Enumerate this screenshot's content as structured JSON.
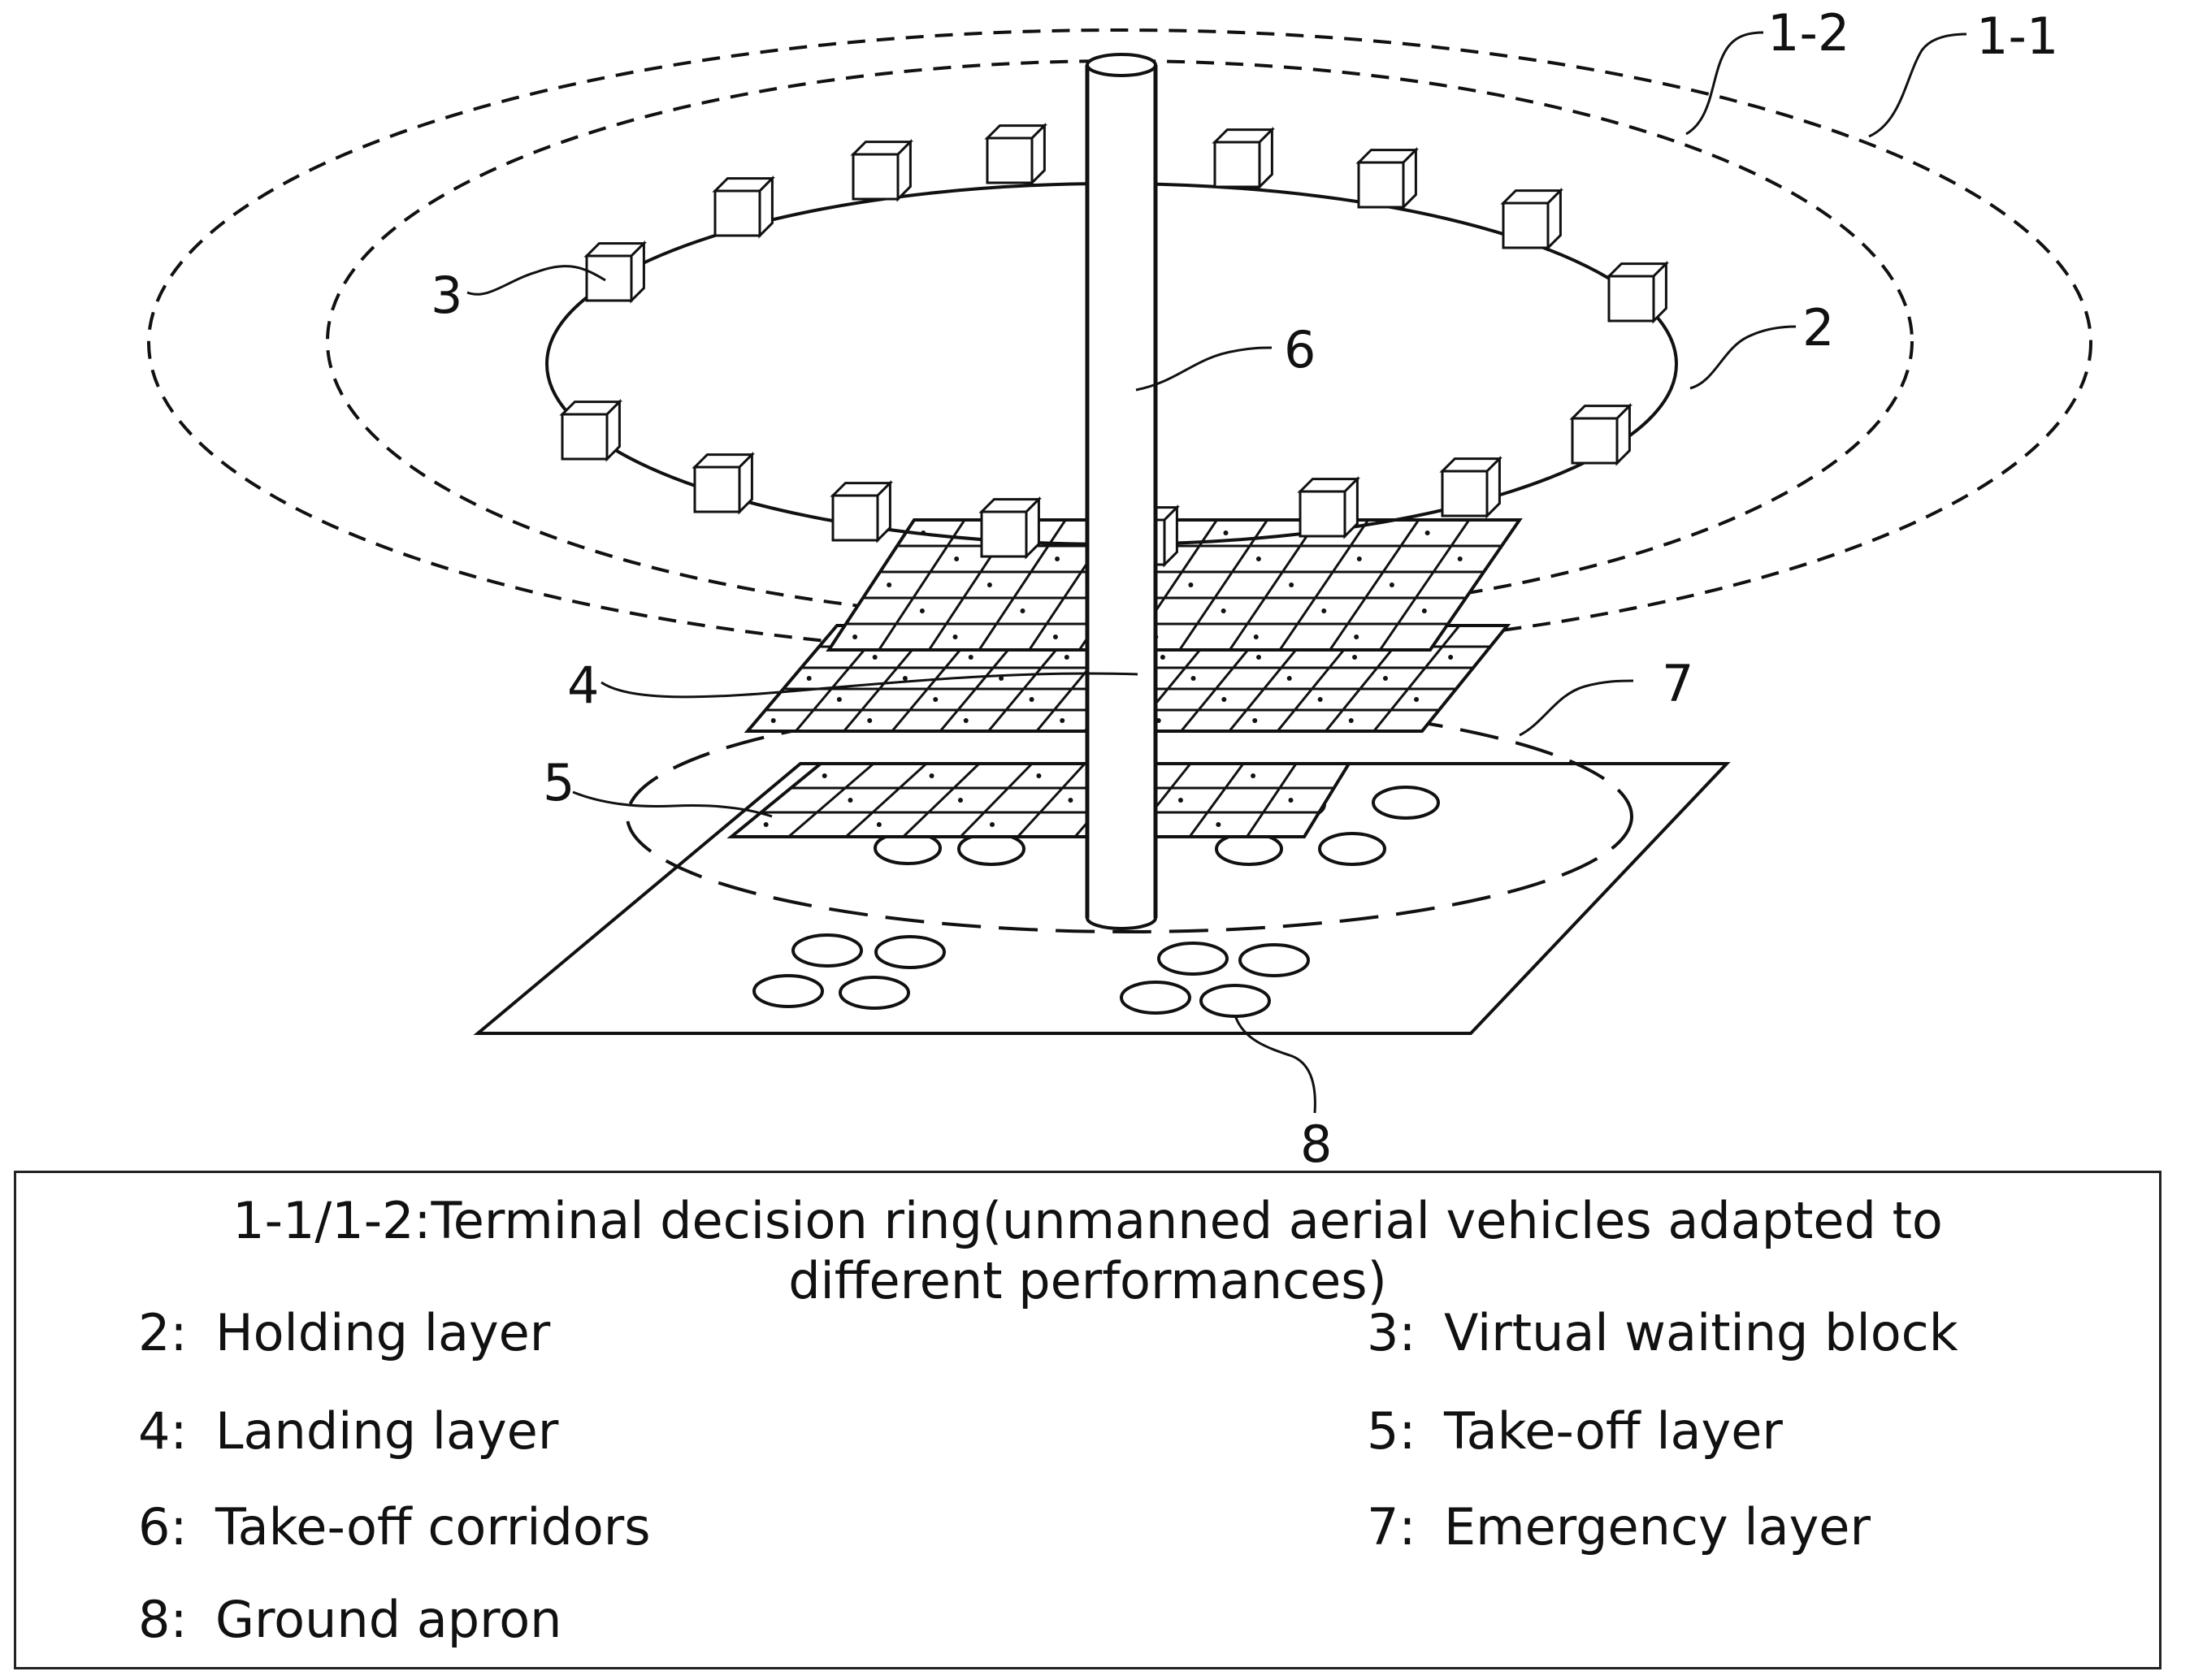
{
  "labels": {
    "ring_outer": "1-1",
    "ring_inner": "1-2",
    "holding": "2",
    "waiting_block": "3",
    "landing": "4",
    "takeoff": "5",
    "corridor": "6",
    "emergency": "7",
    "apron": "8"
  },
  "legend": {
    "title": "1-1/1-2:Terminal decision ring(unmanned aerial vehicles adapted to different performances)",
    "items": [
      {
        "num": "2:",
        "text": "Holding layer"
      },
      {
        "num": "3:",
        "text": "Virtual waiting block"
      },
      {
        "num": "4:",
        "text": "Landing layer"
      },
      {
        "num": "5:",
        "text": "Take-off layer"
      },
      {
        "num": "6:",
        "text": "Take-off corridors"
      },
      {
        "num": "7:",
        "text": "Emergency layer"
      },
      {
        "num": "8:",
        "text": "Ground apron"
      }
    ]
  }
}
